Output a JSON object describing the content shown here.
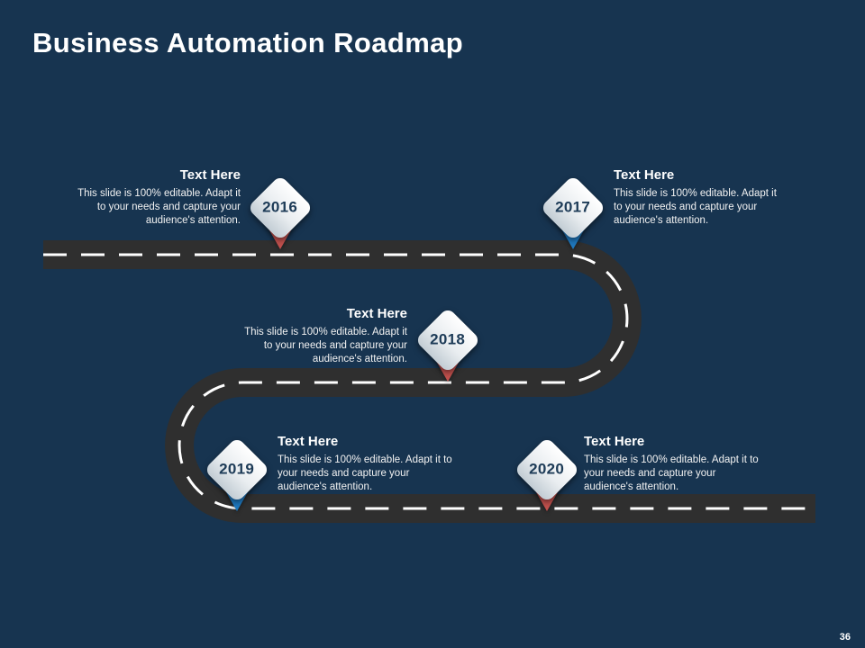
{
  "slide": {
    "title": "Business Automation Roadmap",
    "page_number": "36",
    "background_color": "#173450"
  },
  "road": {
    "surface_color": "#2F2F2F",
    "centerline_color": "#FFFFFF"
  },
  "milestones": [
    {
      "year": "2016",
      "heading": "Text Here",
      "description": "This slide is 100% editable. Adapt it to your needs and capture your audience's attention.",
      "pointer_color": "#C0504D"
    },
    {
      "year": "2017",
      "heading": "Text Here",
      "description": "This slide is 100% editable. Adapt it to your needs and capture your audience's attention.",
      "pointer_color": "#1F78BE"
    },
    {
      "year": "2018",
      "heading": "Text Here",
      "description": "This slide is 100% editable. Adapt it to your needs and capture your audience's attention.",
      "pointer_color": "#C0504D"
    },
    {
      "year": "2019",
      "heading": "Text Here",
      "description": "This slide is 100% editable. Adapt it to your needs and capture your audience's attention.",
      "pointer_color": "#1F78BE"
    },
    {
      "year": "2020",
      "heading": "Text Here",
      "description": "This slide is 100% editable. Adapt it to your needs and capture your audience's attention.",
      "pointer_color": "#C0504D"
    }
  ]
}
